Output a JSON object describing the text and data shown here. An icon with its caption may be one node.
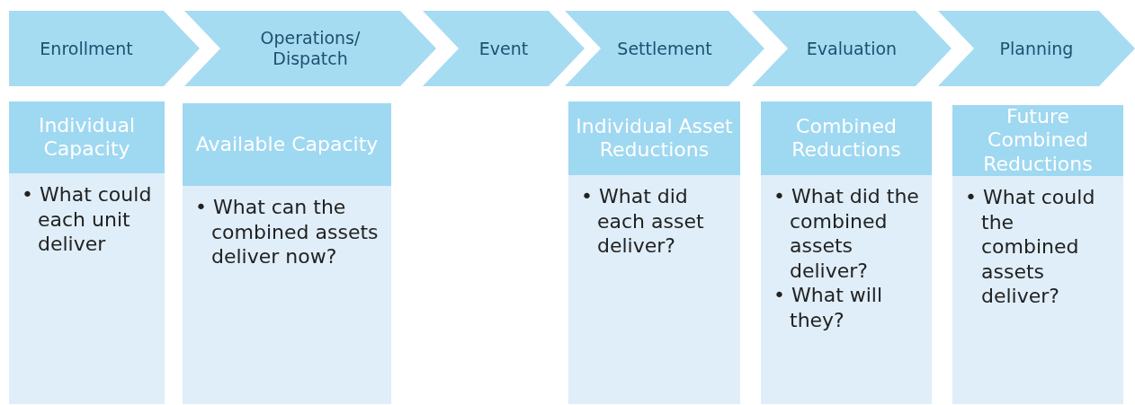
{
  "diagram": {
    "nodes": [
      {
        "text": [
          "Enrollment"
        ]
      },
      {
        "text": [
          "Operations/ Dispatch"
        ]
      },
      {
        "text": [
          "Event"
        ]
      },
      {
        "text": [
          "Settlement"
        ]
      },
      {
        "text": [
          "Evaluation"
        ]
      },
      {
        "text": [
          "Planning"
        ]
      },
      {
        "text": [
          "Individual Capacity",
          "• What could each unit deliver"
        ]
      },
      {
        "text": [
          "Available Capacity",
          "• What can the combined assets deliver now?"
        ]
      },
      {
        "text": [
          "Individual Asset Reductions",
          "• What did each asset deliver?"
        ]
      },
      {
        "text": [
          "Combined Reductions",
          "• What did the combined assets deliver?",
          "• What will they?"
        ]
      },
      {
        "text": [
          "Future Combined Reductions",
          "• What could the combined assets deliver?"
        ]
      }
    ]
  }
}
